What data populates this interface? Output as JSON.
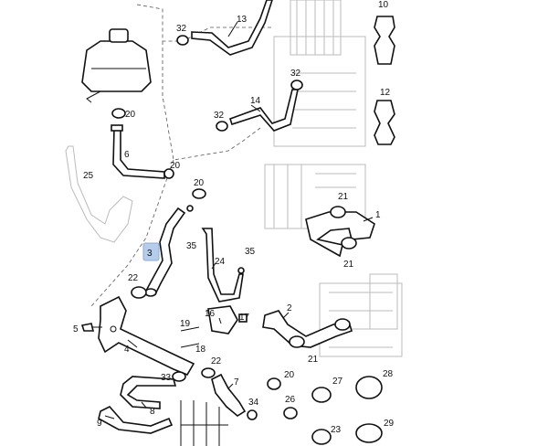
{
  "diagram": {
    "callouts": {
      "c1": "1",
      "c2": "2",
      "c3": "3",
      "c4": "4",
      "c5": "5",
      "c6": "6",
      "c7": "7",
      "c8": "8",
      "c9": "9",
      "c10": "10",
      "c12": "12",
      "c13": "13",
      "c14": "14",
      "c16": "16",
      "c17": "17",
      "c18": "18",
      "c19": "19",
      "c20a": "20",
      "c20b": "20",
      "c20c": "20",
      "c21a": "21",
      "c21b": "21",
      "c21c": "21",
      "c22a": "22",
      "c22b": "22",
      "c23": "23",
      "c24": "24",
      "c25": "25",
      "c26": "26",
      "c27": "27",
      "c28": "28",
      "c29": "29",
      "c32a": "32",
      "c32b": "32",
      "c32c": "32",
      "c33": "33",
      "c34": "34",
      "c35a": "35",
      "c35b": "35"
    },
    "highlight": "3",
    "colors": {
      "line": "#111111",
      "highlight": "#aac4e8",
      "ghost": "#bbbbbb"
    }
  }
}
